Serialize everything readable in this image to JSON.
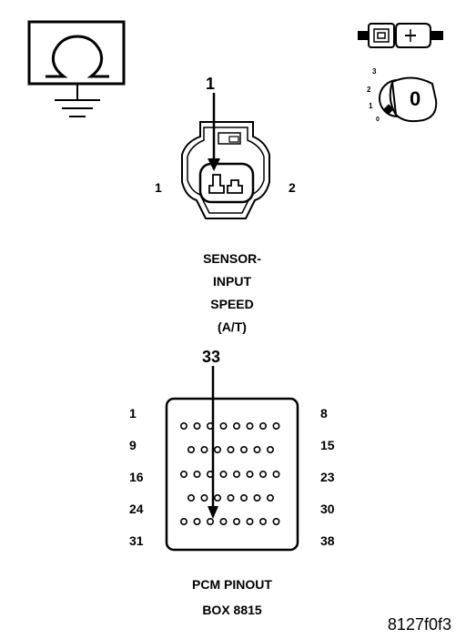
{
  "icons": {
    "ohmmeter": "ohmmeter-icon",
    "connector_disconnect": "disconnected-connector-icon",
    "ignition": "ignition-key-icon"
  },
  "ignition": {
    "positions": [
      "3",
      "2",
      "1",
      "0"
    ],
    "key_label": "0"
  },
  "sensor": {
    "probe_label": "1",
    "pin_left": "1",
    "pin_right": "2",
    "name_lines": [
      "SENSOR-",
      "INPUT",
      "SPEED",
      "(A/T)"
    ]
  },
  "pcm": {
    "probe_label": "33",
    "row_labels_left": [
      "1",
      "9",
      "16",
      "24",
      "31"
    ],
    "row_labels_right": [
      "8",
      "15",
      "23",
      "30",
      "38"
    ],
    "title": "PCM PINOUT",
    "subtitle": "BOX 8815"
  },
  "figure_id": "8127f0f3"
}
